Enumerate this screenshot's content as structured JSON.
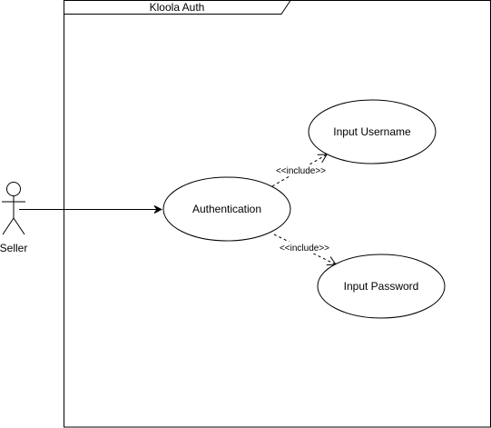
{
  "diagram": {
    "type": "use-case",
    "system_boundary": {
      "title": "Kloola Auth"
    },
    "actor": {
      "label": "Seller"
    },
    "use_cases": {
      "authentication": "Authentication",
      "input_username": "Input Username",
      "input_password": "Input Password"
    },
    "relations": {
      "include_username": "<<include>>",
      "include_password": "<<include>>"
    },
    "colors": {
      "stroke": "#000000",
      "fill": "#ffffff"
    }
  }
}
